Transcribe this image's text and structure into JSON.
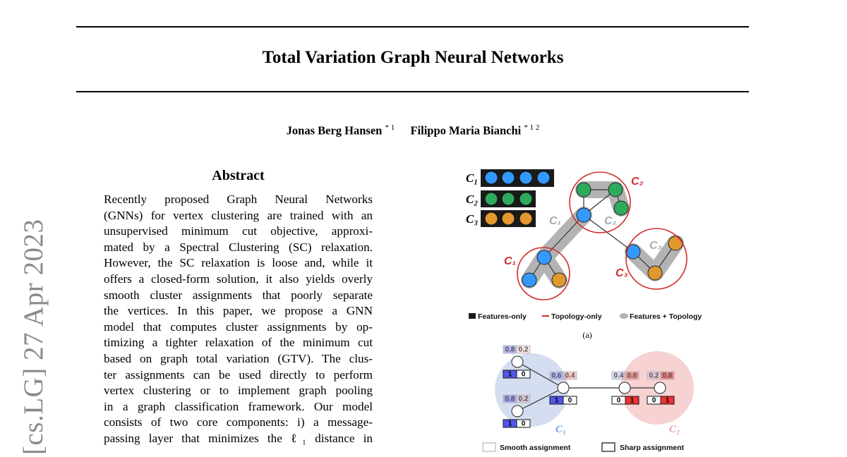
{
  "paper": {
    "title": "Total Variation Graph Neural Networks",
    "authors": [
      {
        "name": "Jonas Berg Hansen",
        "affil": "* 1"
      },
      {
        "name": "Filippo Maria Bianchi",
        "affil": "* 1 2"
      }
    ],
    "arxiv_stamp": "[cs.LG]  27 Apr 2023",
    "abstract_heading": "Abstract",
    "abstract_lines": [
      "Recently proposed Graph Neural Networks",
      "(GNNs) for vertex clustering are trained with an",
      "unsupervised minimum cut objective, approxi-",
      "mated by a Spectral Clustering (SC) relaxation.",
      "However, the SC relaxation is loose and, while it",
      "offers a closed-form solution, it also yields overly",
      "smooth cluster assignments that poorly separate",
      "the vertices.  In this paper, we propose a GNN",
      "model that computes cluster assignments by op-",
      "timizing a tighter relaxation of the minimum cut",
      "based on graph total variation (GTV). The clus-",
      "ter assignments can be used directly to perform",
      "vertex clustering or to implement graph pooling",
      "in a graph classification framework. Our model",
      "consists of two core components: i) a message-",
      "passing layer that minimizes the ℓ₁ distance in"
    ]
  },
  "figure": {
    "panel_a": {
      "cluster_labels": [
        "C₁",
        "C₂",
        "C₃"
      ],
      "legend": [
        "Features-only",
        "Topology-only",
        "Features + Topology"
      ],
      "caption": "(a)"
    },
    "panel_b": {
      "smooth": [
        [
          "0.8",
          "0.2"
        ],
        [
          "0.8",
          "0.2"
        ],
        [
          "0.6",
          "0.4"
        ],
        [
          "0.4",
          "0.6"
        ],
        [
          "0.2",
          "0.8"
        ]
      ],
      "sharp": [
        [
          "1",
          "0"
        ],
        [
          "1",
          "0"
        ],
        [
          "1",
          "0"
        ],
        [
          "0",
          "1"
        ],
        [
          "0",
          "1"
        ]
      ],
      "cluster_labels": [
        "C₁",
        "C₂"
      ],
      "legend": [
        "Smooth assignment",
        "Sharp assignment"
      ]
    },
    "colors": {
      "blue": "#3399ff",
      "green": "#2eaa5c",
      "orange": "#e0982f",
      "red": "#d42a2a",
      "gray": "#b0b0b0"
    }
  }
}
